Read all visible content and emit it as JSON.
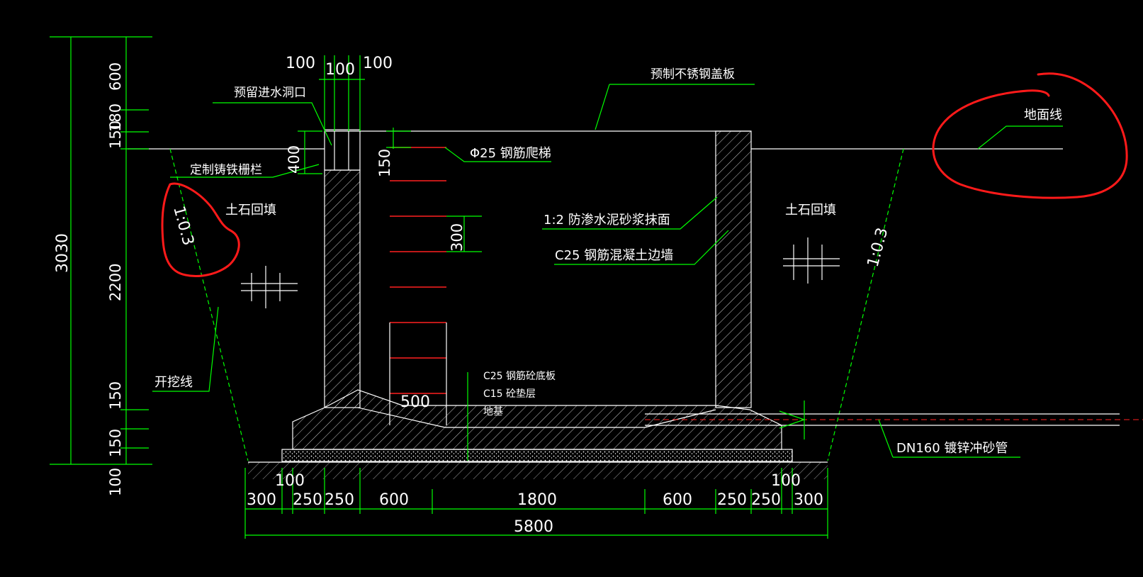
{
  "colors": {
    "background": "#000000",
    "dimension_lines": "#00ff00",
    "outline": "#ffffff",
    "ladder_rungs": "#ff2020",
    "markup": "#ff1a1a"
  },
  "dimensions": {
    "top": [
      "100",
      "100",
      "100"
    ],
    "bottom": [
      "300",
      "250",
      "250",
      "600",
      "1800",
      "600",
      "250",
      "250",
      "300"
    ],
    "bottom_small_left": "100",
    "bottom_small_right": "100",
    "total_width": "5800",
    "left_stack": [
      "600",
      "180",
      "150",
      "2200",
      "150",
      "150",
      "100"
    ],
    "total_height": "3030",
    "grate_depth": "400",
    "top_slab": "150",
    "rung_spacing": "300",
    "haunch": "500"
  },
  "labels": {
    "cover_plate": "预制不锈钢盖板",
    "inlet": "预留进水洞口",
    "grate": "定制铸铁栅栏",
    "ladder": "Φ25 钢筋爬梯",
    "plaster": "1:2 防渗水泥砂浆抹面",
    "wall": "C25 钢筋混凝土边墙",
    "backfill_left": "土石回填",
    "backfill_right": "土石回填",
    "excavation": "开挖线",
    "ground": "地面线",
    "slope_left": "1:0.3",
    "slope_right": "1:0.3",
    "base_slab": "C25 钢筋砼底板",
    "cushion": "C15 砼垫层",
    "foundation": "地基",
    "pipe": "DN160 镀锌冲砂管"
  }
}
